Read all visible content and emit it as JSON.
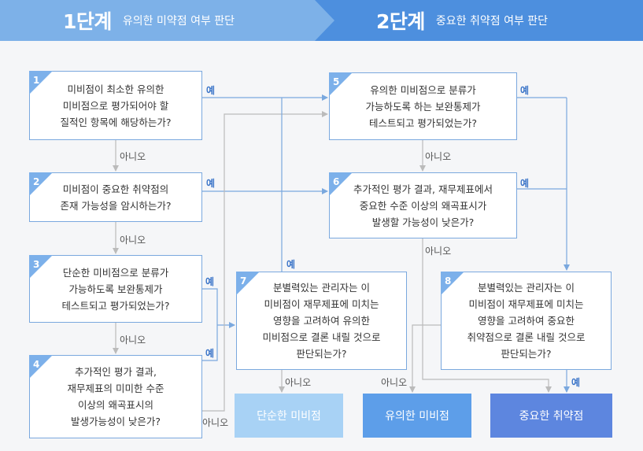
{
  "header": {
    "stage1": {
      "num": "1단계",
      "title": "유의한 미약점 여부 판단"
    },
    "stage2": {
      "num": "2단계",
      "title": "중요한 취약점 여부 판단"
    }
  },
  "boxes": {
    "q1": {
      "num": "1",
      "text": "미비점이 최소한 유의한\n미비점으로 평가되어야 할\n질적인 항목에 해당하는가?"
    },
    "q2": {
      "num": "2",
      "text": "미비점이 중요한 취약점의\n존재 가능성을 암시하는가?"
    },
    "q3": {
      "num": "3",
      "text": "단순한 미비점으로 분류가\n가능하도록 보완통제가\n테스트되고 평가되었는가?"
    },
    "q4": {
      "num": "4",
      "text": "추가적인 평가 결과,\n재무제표의 미미한 수준\n이상의 왜곡표시의\n발생가능성이 낮은가?"
    },
    "q5": {
      "num": "5",
      "text": "유의한 미비점으로 분류가\n가능하도록 하는 보완통제가\n테스트되고 평가되었는가?"
    },
    "q6": {
      "num": "6",
      "text": "추가적인 평가 결과, 재무제표에서\n중요한 수준 이상의 왜곡표시가\n발생할 가능성이 낮은가?"
    },
    "q7": {
      "num": "7",
      "text": "분별력있는 관리자는 이\n미비점이 재무제표에 미치는\n영향을 고려하여 유의한\n미비점으로 결론 내릴 것으로\n판단되는가?"
    },
    "q8": {
      "num": "8",
      "text": "분별력있는 관리자는 이\n미비점이 재무제표에 미치는\n영향을 고려하여 중요한\n취약점으로 결론 내릴 것으로\n판단되는가?"
    }
  },
  "labels": {
    "yes": "예",
    "no": "아니오"
  },
  "results": {
    "simple": "단순한 미비점",
    "significant": "유의한 미비점",
    "material": "중요한 취약점"
  },
  "colors": {
    "header1": "#7db1e8",
    "header2": "#4d8fde",
    "result_simple": "#a8d2f5",
    "result_significant": "#5d9ee9",
    "result_material": "#5d86df",
    "line_blue": "#7aa8de",
    "line_gray": "#bbbbbb"
  }
}
